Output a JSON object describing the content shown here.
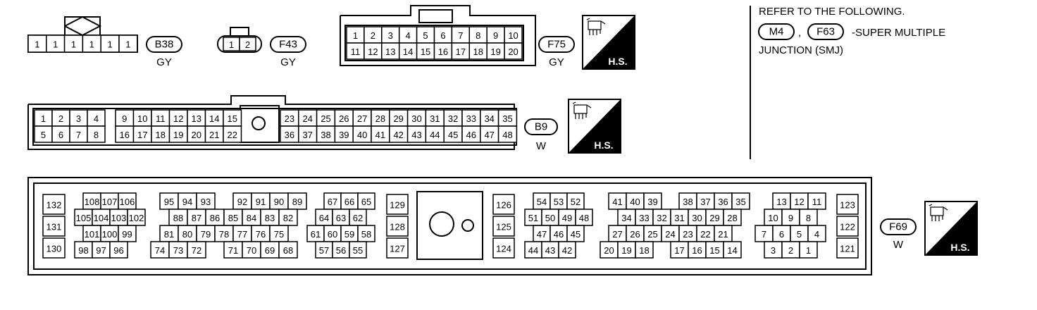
{
  "connectors": {
    "b38": {
      "id": "B38",
      "color": "GY",
      "pins": [
        "1",
        "1",
        "1",
        "1",
        "1",
        "1"
      ]
    },
    "f43": {
      "id": "F43",
      "color": "GY",
      "pins": [
        "1",
        "2"
      ]
    },
    "f75": {
      "id": "F75",
      "color": "GY",
      "rows": [
        [
          "1",
          "2",
          "3",
          "4",
          "5",
          "6",
          "7",
          "8",
          "9",
          "10"
        ],
        [
          "11",
          "12",
          "13",
          "14",
          "15",
          "16",
          "17",
          "18",
          "19",
          "20"
        ]
      ]
    },
    "b9": {
      "id": "B9",
      "color": "W",
      "left_rows": [
        [
          "1",
          "2",
          "3",
          "4"
        ],
        [
          "5",
          "6",
          "7",
          "8"
        ]
      ],
      "mid_rows": [
        [
          "9",
          "10",
          "11",
          "12",
          "13",
          "14",
          "15"
        ],
        [
          "16",
          "17",
          "18",
          "19",
          "20",
          "21",
          "22"
        ]
      ],
      "right_rows": [
        [
          "23",
          "24",
          "25",
          "26",
          "27",
          "28",
          "29",
          "30",
          "31",
          "32",
          "33",
          "34",
          "35"
        ],
        [
          "36",
          "37",
          "38",
          "39",
          "40",
          "41",
          "42",
          "43",
          "44",
          "45",
          "46",
          "47",
          "48"
        ]
      ]
    },
    "f69": {
      "id": "F69",
      "color": "W",
      "groups": [
        [
          [
            "132"
          ],
          [
            "131"
          ],
          [
            "130"
          ]
        ],
        [
          [
            "108",
            "107",
            "106"
          ],
          [
            "105",
            "104",
            "103",
            "102"
          ],
          [
            "101",
            "100",
            "99"
          ],
          [
            "98",
            "97",
            "96"
          ]
        ],
        [
          [
            "95",
            "94",
            "93",
            "",
            "92",
            "91",
            "90",
            "89"
          ],
          [
            "88",
            "87",
            "86",
            "85",
            "84",
            "83",
            "82"
          ],
          [
            "81",
            "80",
            "79",
            "78",
            "77",
            "76",
            "75"
          ],
          [
            "74",
            "73",
            "72",
            "",
            "71",
            "70",
            "69",
            "68"
          ]
        ],
        [
          [
            "67",
            "66",
            "65"
          ],
          [
            "64",
            "63",
            "62"
          ],
          [
            "61",
            "60",
            "59",
            "58"
          ],
          [
            "57",
            "56",
            "55"
          ]
        ],
        [
          [
            "129"
          ],
          [
            "128"
          ],
          [
            "127"
          ]
        ],
        [
          [
            "126"
          ],
          [
            "125"
          ],
          [
            "124"
          ]
        ],
        [
          [
            "54",
            "53",
            "52"
          ],
          [
            "51",
            "50",
            "49",
            "48"
          ],
          [
            "47",
            "46",
            "45"
          ],
          [
            "44",
            "43",
            "42"
          ]
        ],
        [
          [
            "41",
            "40",
            "39",
            "",
            "38",
            "37",
            "36",
            "35"
          ],
          [
            "34",
            "33",
            "32",
            "31",
            "30",
            "29",
            "28"
          ],
          [
            "27",
            "26",
            "25",
            "24",
            "23",
            "22",
            "21"
          ],
          [
            "20",
            "19",
            "18",
            "",
            "17",
            "16",
            "15",
            "14"
          ]
        ],
        [
          [
            "13",
            "12",
            "11"
          ],
          [
            "10",
            "9",
            "8"
          ],
          [
            "7",
            "6",
            "5",
            "4"
          ],
          [
            "3",
            "2",
            "1"
          ]
        ],
        [
          [
            "123"
          ],
          [
            "122"
          ],
          [
            "121"
          ]
        ]
      ]
    }
  },
  "hs_badge": {
    "text": "H.S.",
    "icon": "harness-side-icon"
  },
  "note": {
    "line1": "REFER TO THE FOLLOWING.",
    "ref1": "M4",
    "separator": ",",
    "ref2": "F63",
    "line2_suffix": "-SUPER MULTIPLE",
    "line3": "JUNCTION (SMJ)"
  }
}
